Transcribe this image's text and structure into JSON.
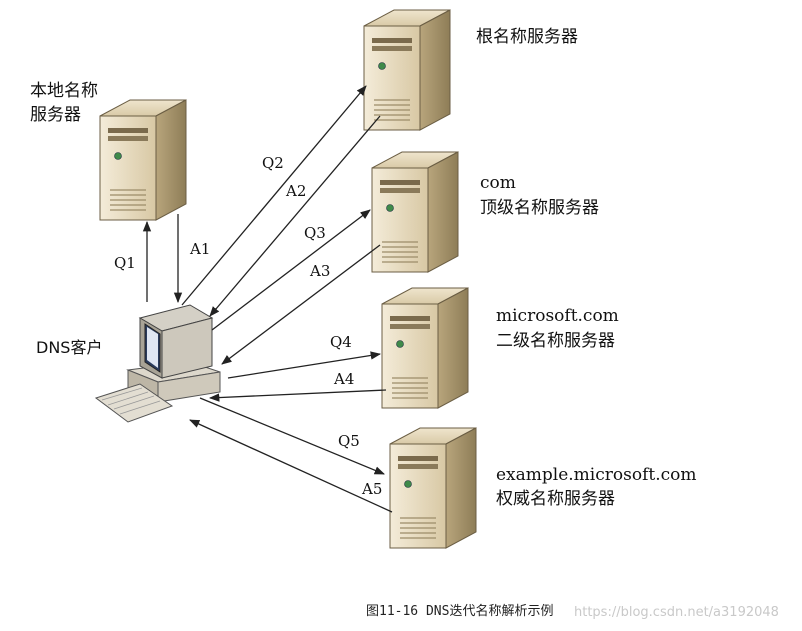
{
  "nodes": {
    "local": {
      "line1": "本地名称",
      "line2": "服务器"
    },
    "root": {
      "line1": "根名称服务器"
    },
    "com": {
      "line1": "com",
      "line2": "顶级名称服务器"
    },
    "microsoft": {
      "line1": "microsoft.com",
      "line2": "二级名称服务器"
    },
    "example": {
      "line1": "example.microsoft.com",
      "line2": "权威名称服务器"
    },
    "client": {
      "line1": "DNS客户"
    }
  },
  "arrows": {
    "q1": "Q1",
    "a1": "A1",
    "q2": "Q2",
    "a2": "A2",
    "q3": "Q3",
    "a3": "A3",
    "q4": "Q4",
    "a4": "A4",
    "q5": "Q5",
    "a5": "A5"
  },
  "caption": "图11-16 DNS迭代名称解析示例",
  "watermark": "https://blog.csdn.net/a3192048",
  "colors": {
    "server_face": "#e9dcc0",
    "server_side": "#a2916c",
    "line": "#222222"
  }
}
